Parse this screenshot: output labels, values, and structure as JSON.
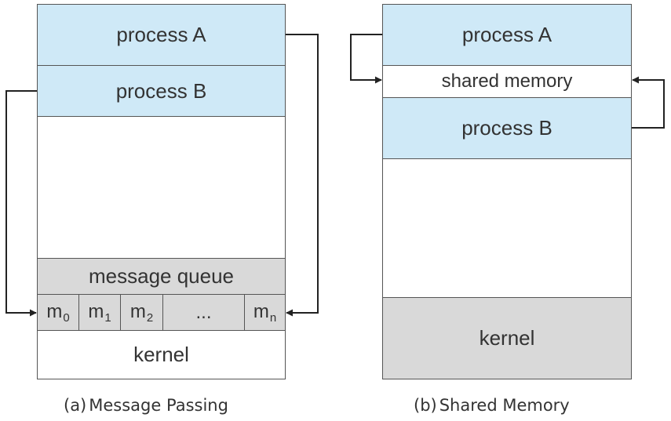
{
  "panels": {
    "message_passing": {
      "process_a": "process A",
      "process_b": "process B",
      "message_queue": "message queue",
      "queue_cells": [
        {
          "base": "m",
          "sub": "0"
        },
        {
          "base": "m",
          "sub": "1"
        },
        {
          "base": "m",
          "sub": "2"
        },
        {
          "base": "...",
          "sub": ""
        },
        {
          "base": "m",
          "sub": "n"
        }
      ],
      "kernel": "kernel",
      "caption_letter": "(a)",
      "caption_text": "Message Passing"
    },
    "shared_memory": {
      "process_a": "process A",
      "shared_memory": "shared memory",
      "process_b": "process B",
      "kernel": "kernel",
      "caption_letter": "(b)",
      "caption_text": "Shared Memory"
    }
  },
  "colors": {
    "process": "#cfe9f7",
    "kernel_region": "#d9d9d9",
    "border": "#555555",
    "arrow": "#222222"
  }
}
